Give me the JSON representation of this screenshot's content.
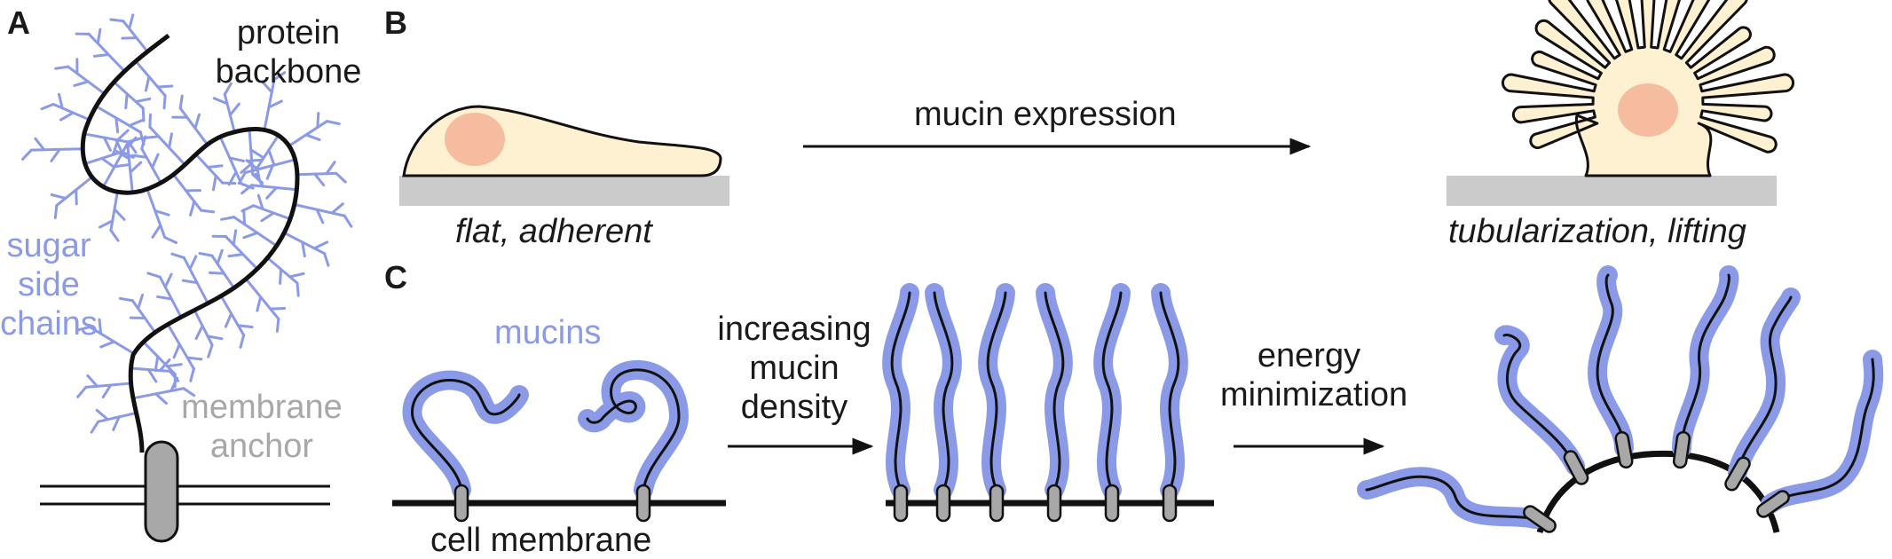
{
  "panels": {
    "a": "A",
    "b": "B",
    "c": "C"
  },
  "panel_a": {
    "backbone_line1": "protein",
    "backbone_line2": "backbone",
    "sugar_line1": "sugar",
    "sugar_line2": "side",
    "sugar_line3": "chains",
    "anchor_line1": "membrane",
    "anchor_line2": "anchor"
  },
  "panel_b": {
    "arrow_label": "mucin expression",
    "left_caption": "flat, adherent",
    "right_caption": "tubularization, lifting"
  },
  "panel_c": {
    "mucins": "mucins",
    "density_line1": "increasing",
    "density_line2": "mucin",
    "density_line3": "density",
    "energy_line1": "energy",
    "energy_line2": "minimization",
    "membrane": "cell membrane"
  },
  "colors": {
    "mucin_blue": "#8b9ae6",
    "anchor_grey": "#a8a8a8",
    "cell_fill": "#fdf1d2",
    "nucleus": "#f6bca0",
    "substrate": "#cbcbcb"
  }
}
